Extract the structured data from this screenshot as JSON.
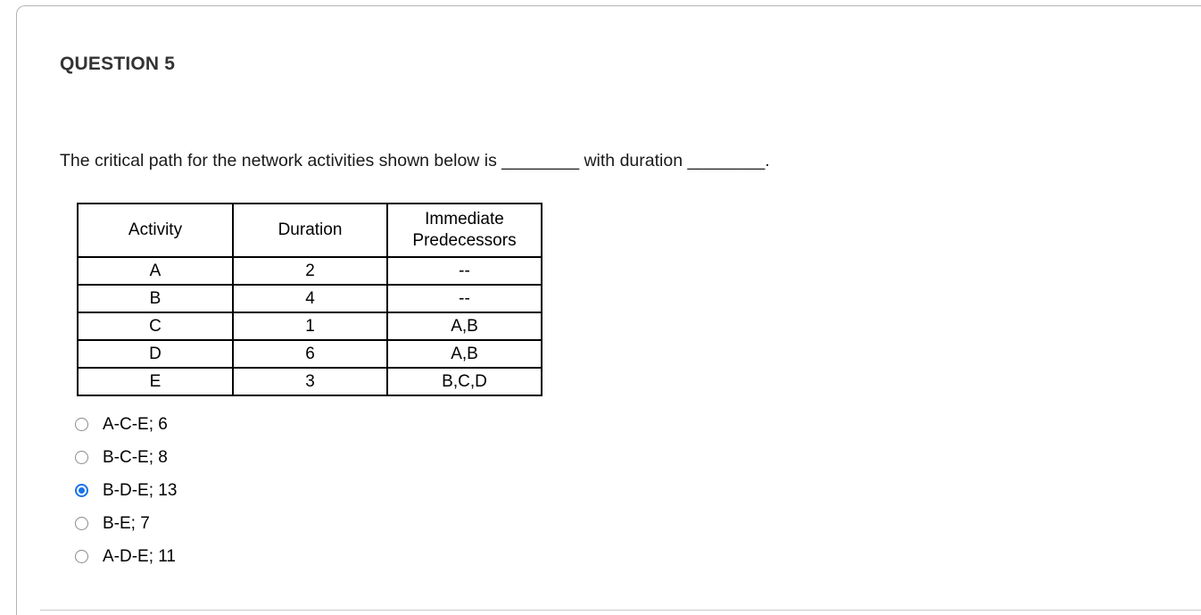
{
  "card": {
    "accent_color": "#1a73e8",
    "heading_color": "#333333",
    "border_color": "#b3b3b3"
  },
  "question": {
    "heading": "QUESTION 5",
    "prompt": "The critical path for the network activities shown below is ________ with duration ________."
  },
  "table": {
    "headers": [
      "Activity",
      "Duration",
      "Immediate\nPredecessors"
    ],
    "rows": [
      {
        "activity": "A",
        "duration": "2",
        "predecessors": "--"
      },
      {
        "activity": "B",
        "duration": "4",
        "predecessors": "--"
      },
      {
        "activity": "C",
        "duration": "1",
        "predecessors": "A,B"
      },
      {
        "activity": "D",
        "duration": "6",
        "predecessors": "A,B"
      },
      {
        "activity": "E",
        "duration": "3",
        "predecessors": "B,C,D"
      }
    ]
  },
  "options": [
    {
      "label": "A-C-E; 6",
      "selected": false
    },
    {
      "label": "B-C-E; 8",
      "selected": false
    },
    {
      "label": "B-D-E; 13",
      "selected": true
    },
    {
      "label": "B-E; 7",
      "selected": false
    },
    {
      "label": "A-D-E; 11",
      "selected": false
    }
  ]
}
